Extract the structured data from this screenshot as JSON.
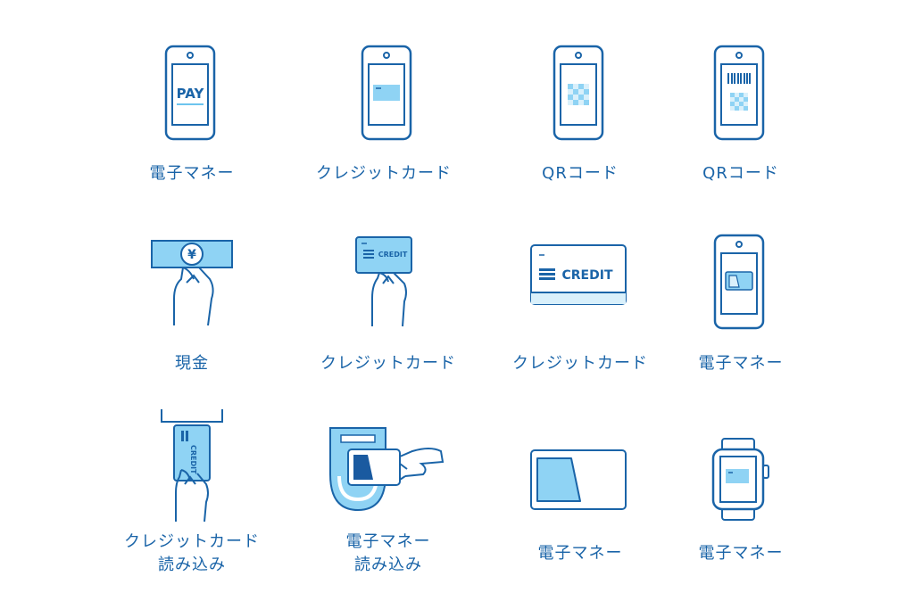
{
  "palette": {
    "stroke": "#1a64a8",
    "fill_light": "#8fd3f4",
    "fill_pale": "#d9f0fb",
    "fill_dark": "#1a5aa0"
  },
  "items": [
    {
      "icon": "smartphone-pay-icon",
      "label": "電子マネー",
      "screen_text": "PAY"
    },
    {
      "icon": "smartphone-card-icon",
      "label": "クレジットカード"
    },
    {
      "icon": "smartphone-qr-icon",
      "label": "QRコード"
    },
    {
      "icon": "smartphone-barcode-qr-icon",
      "label": "QRコード"
    },
    {
      "icon": "cash-yen-hand-icon",
      "label": "現金",
      "note_symbol": "¥"
    },
    {
      "icon": "hand-credit-card-icon",
      "label": "クレジットカード",
      "card_text": "CREDIT"
    },
    {
      "icon": "credit-card-icon",
      "label": "クレジットカード",
      "card_text": "CREDIT"
    },
    {
      "icon": "smartphone-ic-card-icon",
      "label": "電子マネー"
    },
    {
      "icon": "card-insert-reader-icon",
      "label_line1": "クレジットカード",
      "label_line2": "読み込み",
      "card_text": "CREDIT"
    },
    {
      "icon": "ic-card-tap-reader-icon",
      "label_line1": "電子マネー",
      "label_line2": "読み込み"
    },
    {
      "icon": "ic-card-icon",
      "label": "電子マネー"
    },
    {
      "icon": "smartwatch-icon",
      "label": "電子マネー"
    }
  ]
}
